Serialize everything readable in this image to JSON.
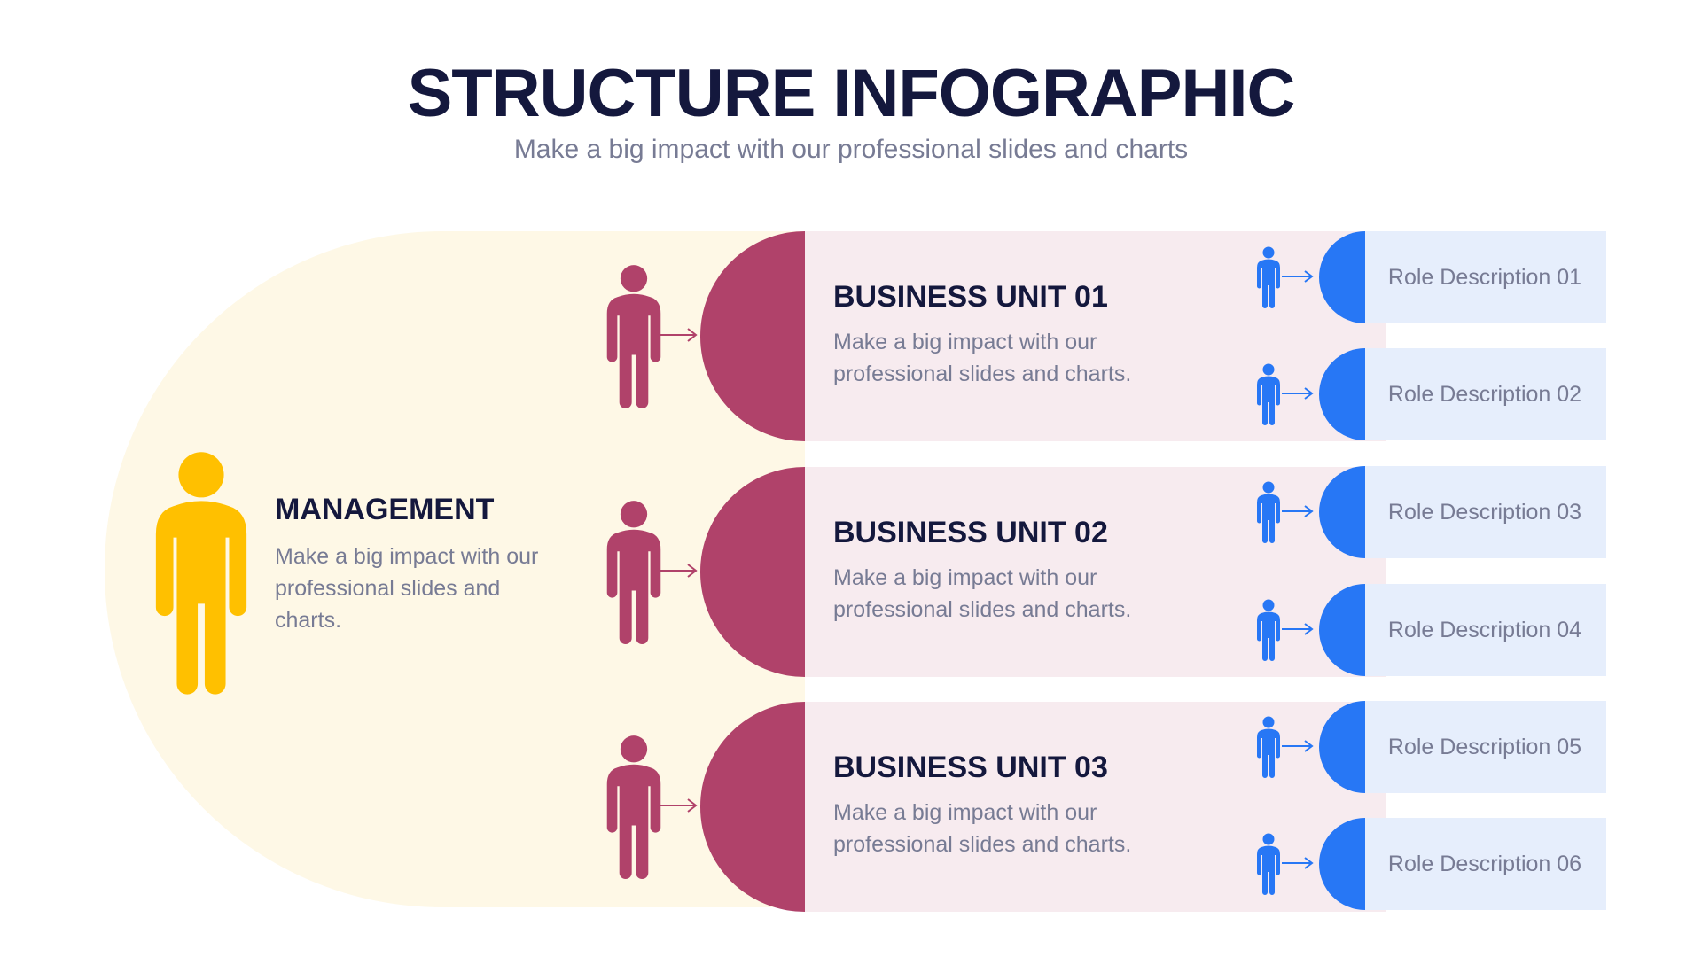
{
  "header": {
    "title": "STRUCTURE INFOGRAPHIC",
    "subtitle": "Make a big impact with our professional slides and charts"
  },
  "management": {
    "title": "MANAGEMENT",
    "description": "Make a big impact with our professional slides and charts."
  },
  "business_units": [
    {
      "title": "BUSINESS UNIT 01",
      "description": "Make a big impact with our professional slides and charts."
    },
    {
      "title": "BUSINESS UNIT 02",
      "description": "Make a big impact with our professional slides and charts."
    },
    {
      "title": "BUSINESS UNIT 03",
      "description": "Make a big impact with our professional slides and charts."
    }
  ],
  "roles": [
    {
      "label": "Role Description 01"
    },
    {
      "label": "Role Description 02"
    },
    {
      "label": "Role Description 03"
    },
    {
      "label": "Role Description 04"
    },
    {
      "label": "Role Description 05"
    },
    {
      "label": "Role Description 06"
    }
  ],
  "colors": {
    "title": "#14183d",
    "text": "#777b94",
    "management_bg": "#fef8e6",
    "management_accent": "#ffc000",
    "unit_bg": "#f7ebef",
    "unit_accent": "#b0426a",
    "role_bg": "#e6eefc",
    "role_accent": "#2777f5"
  },
  "icons": {
    "management": "person-icon",
    "unit": "person-icon",
    "role": "person-icon",
    "connector": "arrow-right-icon"
  }
}
